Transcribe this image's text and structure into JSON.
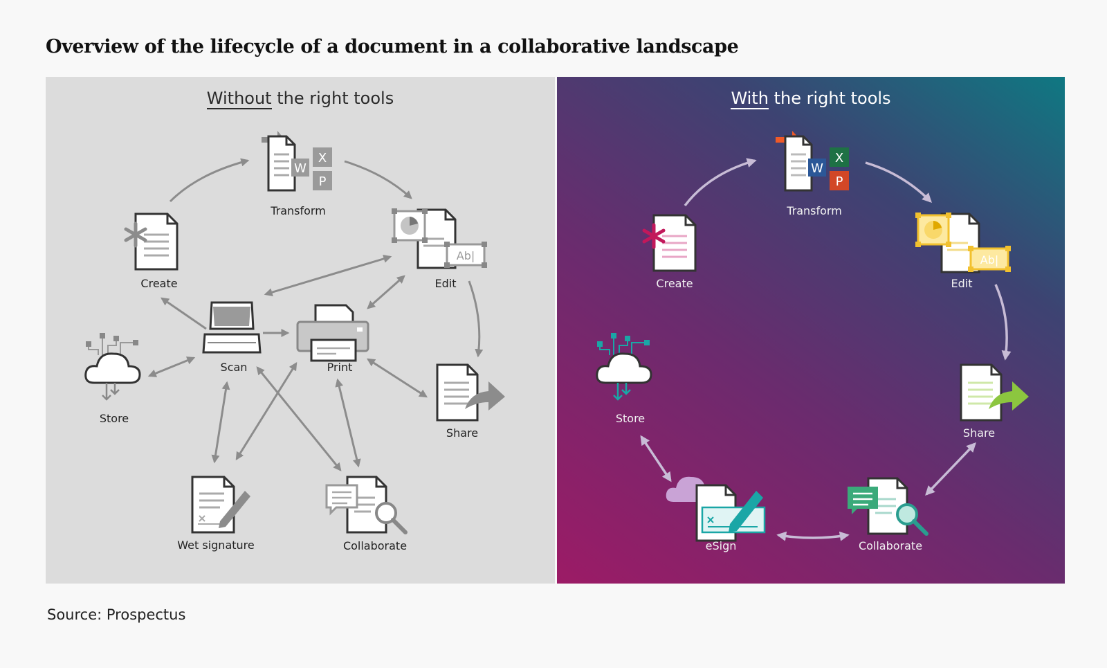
{
  "title": "Overview of the lifecycle of a document in a collaborative landscape",
  "left": {
    "heading_underlined": "Without",
    "heading_rest": " the right tools",
    "nodes": {
      "transform": "Transform",
      "create": "Create",
      "edit": "Edit",
      "scan": "Scan",
      "print": "Print",
      "store": "Store",
      "share": "Share",
      "wet_signature": "Wet signature",
      "collaborate": "Collaborate"
    }
  },
  "right": {
    "heading_underlined": "With",
    "heading_rest": " the right tools",
    "nodes": {
      "transform": "Transform",
      "create": "Create",
      "edit": "Edit",
      "store": "Store",
      "share": "Share",
      "esign": "eSign",
      "collaborate": "Collaborate"
    }
  },
  "icon_letters": {
    "word": "W",
    "excel": "X",
    "powerpoint": "P",
    "text_box": "Ab|"
  },
  "colors": {
    "left_panel": "#dcdcdc",
    "right_gradient": [
      "#9c1b66",
      "#0f7882"
    ],
    "word": "#2b5797",
    "excel": "#1e7145",
    "powerpoint": "#d24726",
    "accent_orange": "#f05a28",
    "create_pink": "#c2185b",
    "edit_yellow": "#f2c12e",
    "share_green": "#8cc63f",
    "teal": "#1aa6a6"
  },
  "source": "Source: Prospectus"
}
